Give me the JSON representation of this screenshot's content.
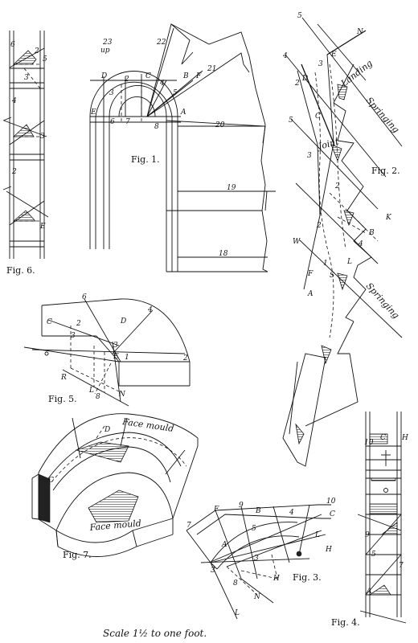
{
  "figures": {
    "fig1": {
      "caption": "Fig. 1.",
      "labels": [
        "23",
        "up",
        "22",
        "21",
        "20",
        "19",
        "18",
        "D",
        "C",
        "B",
        "F",
        "E",
        "A",
        "2",
        "3",
        "4",
        "5",
        "6",
        "7",
        "8"
      ]
    },
    "fig2": {
      "caption": "Fig. 2.",
      "labels": [
        "5",
        "N",
        "4",
        "D",
        "E",
        "2",
        "3",
        "5",
        "3",
        "C",
        "2",
        "B",
        "K",
        "W",
        "1",
        "F",
        "A",
        "S",
        "L",
        "2",
        "4",
        "5"
      ],
      "words": [
        "Landing",
        "Springing",
        "Joint",
        "Springing"
      ]
    },
    "fig3": {
      "caption": "Fig. 3.",
      "labels": [
        "10",
        "F",
        "9",
        "B",
        "4",
        "C",
        "7",
        "5",
        "L",
        "H",
        "A",
        "3",
        "3",
        "8",
        "H",
        "N",
        "L"
      ]
    },
    "fig4": {
      "caption": "Fig. 4.",
      "labels": [
        "10",
        "C",
        "H",
        "9",
        "5",
        "7",
        "A"
      ]
    },
    "fig5": {
      "caption": "Fig. 5.",
      "labels": [
        "6",
        "4",
        "C",
        "2",
        "D",
        "3",
        "3",
        "E",
        "1",
        "2",
        "R",
        "L",
        "8",
        "N"
      ]
    },
    "fig6": {
      "caption": "Fig. 6.",
      "labels": [
        "6",
        "2",
        "5",
        "3",
        "4",
        "3",
        "2",
        "E"
      ]
    },
    "fig7": {
      "caption": "Fig. 7.",
      "labels": [
        "D",
        "C"
      ],
      "words": [
        "Face mould",
        "Face mould"
      ]
    }
  },
  "scale_note": "Scale 1½ to one foot."
}
